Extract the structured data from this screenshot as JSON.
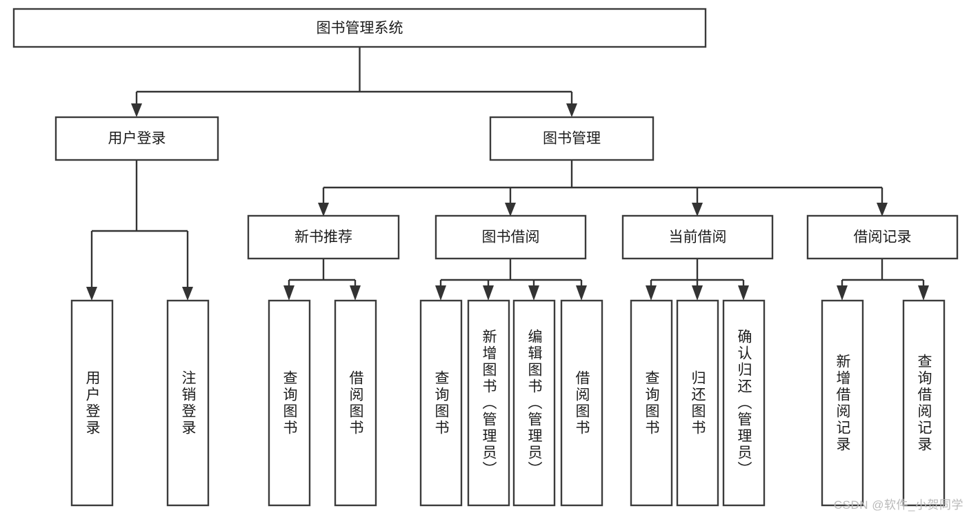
{
  "diagram": {
    "title": "图书管理系统",
    "type": "tree-hierarchy-diagram",
    "root": {
      "id": "root",
      "label": "图书管理系统",
      "orientation": "horizontal"
    },
    "level2": [
      {
        "id": "user-login",
        "label": "用户登录",
        "orientation": "horizontal"
      },
      {
        "id": "book-management",
        "label": "图书管理",
        "orientation": "horizontal"
      }
    ],
    "level3": [
      {
        "id": "new-book-recommend",
        "label": "新书推荐",
        "orientation": "horizontal",
        "parent": "book-management"
      },
      {
        "id": "book-borrow",
        "label": "图书借阅",
        "orientation": "horizontal",
        "parent": "book-management"
      },
      {
        "id": "current-borrow",
        "label": "当前借阅",
        "orientation": "horizontal",
        "parent": "book-management"
      },
      {
        "id": "borrow-record",
        "label": "借阅记录",
        "orientation": "horizontal",
        "parent": "book-management"
      }
    ],
    "leaves": [
      {
        "id": "leaf-user-login",
        "label": "用户登录",
        "orientation": "vertical",
        "parent": "user-login"
      },
      {
        "id": "leaf-logout-login",
        "label": "注销登录",
        "orientation": "vertical",
        "parent": "user-login"
      },
      {
        "id": "leaf-query-book-1",
        "label": "查询图书",
        "orientation": "vertical",
        "parent": "new-book-recommend"
      },
      {
        "id": "leaf-borrow-book-1",
        "label": "借阅图书",
        "orientation": "vertical",
        "parent": "new-book-recommend"
      },
      {
        "id": "leaf-query-book-2",
        "label": "查询图书",
        "orientation": "vertical",
        "parent": "book-borrow"
      },
      {
        "id": "leaf-add-book",
        "label": "新增图书（管理员）",
        "orientation": "vertical",
        "parent": "book-borrow"
      },
      {
        "id": "leaf-edit-book",
        "label": "编辑图书（管理员）",
        "orientation": "vertical",
        "parent": "book-borrow"
      },
      {
        "id": "leaf-borrow-book-2",
        "label": "借阅图书",
        "orientation": "vertical",
        "parent": "book-borrow"
      },
      {
        "id": "leaf-query-book-3",
        "label": "查询图书",
        "orientation": "vertical",
        "parent": "current-borrow"
      },
      {
        "id": "leaf-return-book",
        "label": "归还图书",
        "orientation": "vertical",
        "parent": "current-borrow"
      },
      {
        "id": "leaf-confirm-return",
        "label": "确认归还（管理员）",
        "orientation": "vertical",
        "parent": "current-borrow"
      },
      {
        "id": "leaf-add-borrow-record",
        "label": "新增借阅记录",
        "orientation": "vertical",
        "parent": "borrow-record"
      },
      {
        "id": "leaf-query-borrow-record",
        "label": "查询借阅记录",
        "orientation": "vertical",
        "parent": "borrow-record"
      }
    ],
    "colors": {
      "box_stroke": "#3b3b3b",
      "box_fill": "#ffffff",
      "connector": "#333333",
      "text": "#1c1c1c",
      "background": "#ffffff",
      "watermark": "#b9b9b9"
    }
  },
  "watermark": {
    "text": "CSDN @软件_小贺同学"
  }
}
